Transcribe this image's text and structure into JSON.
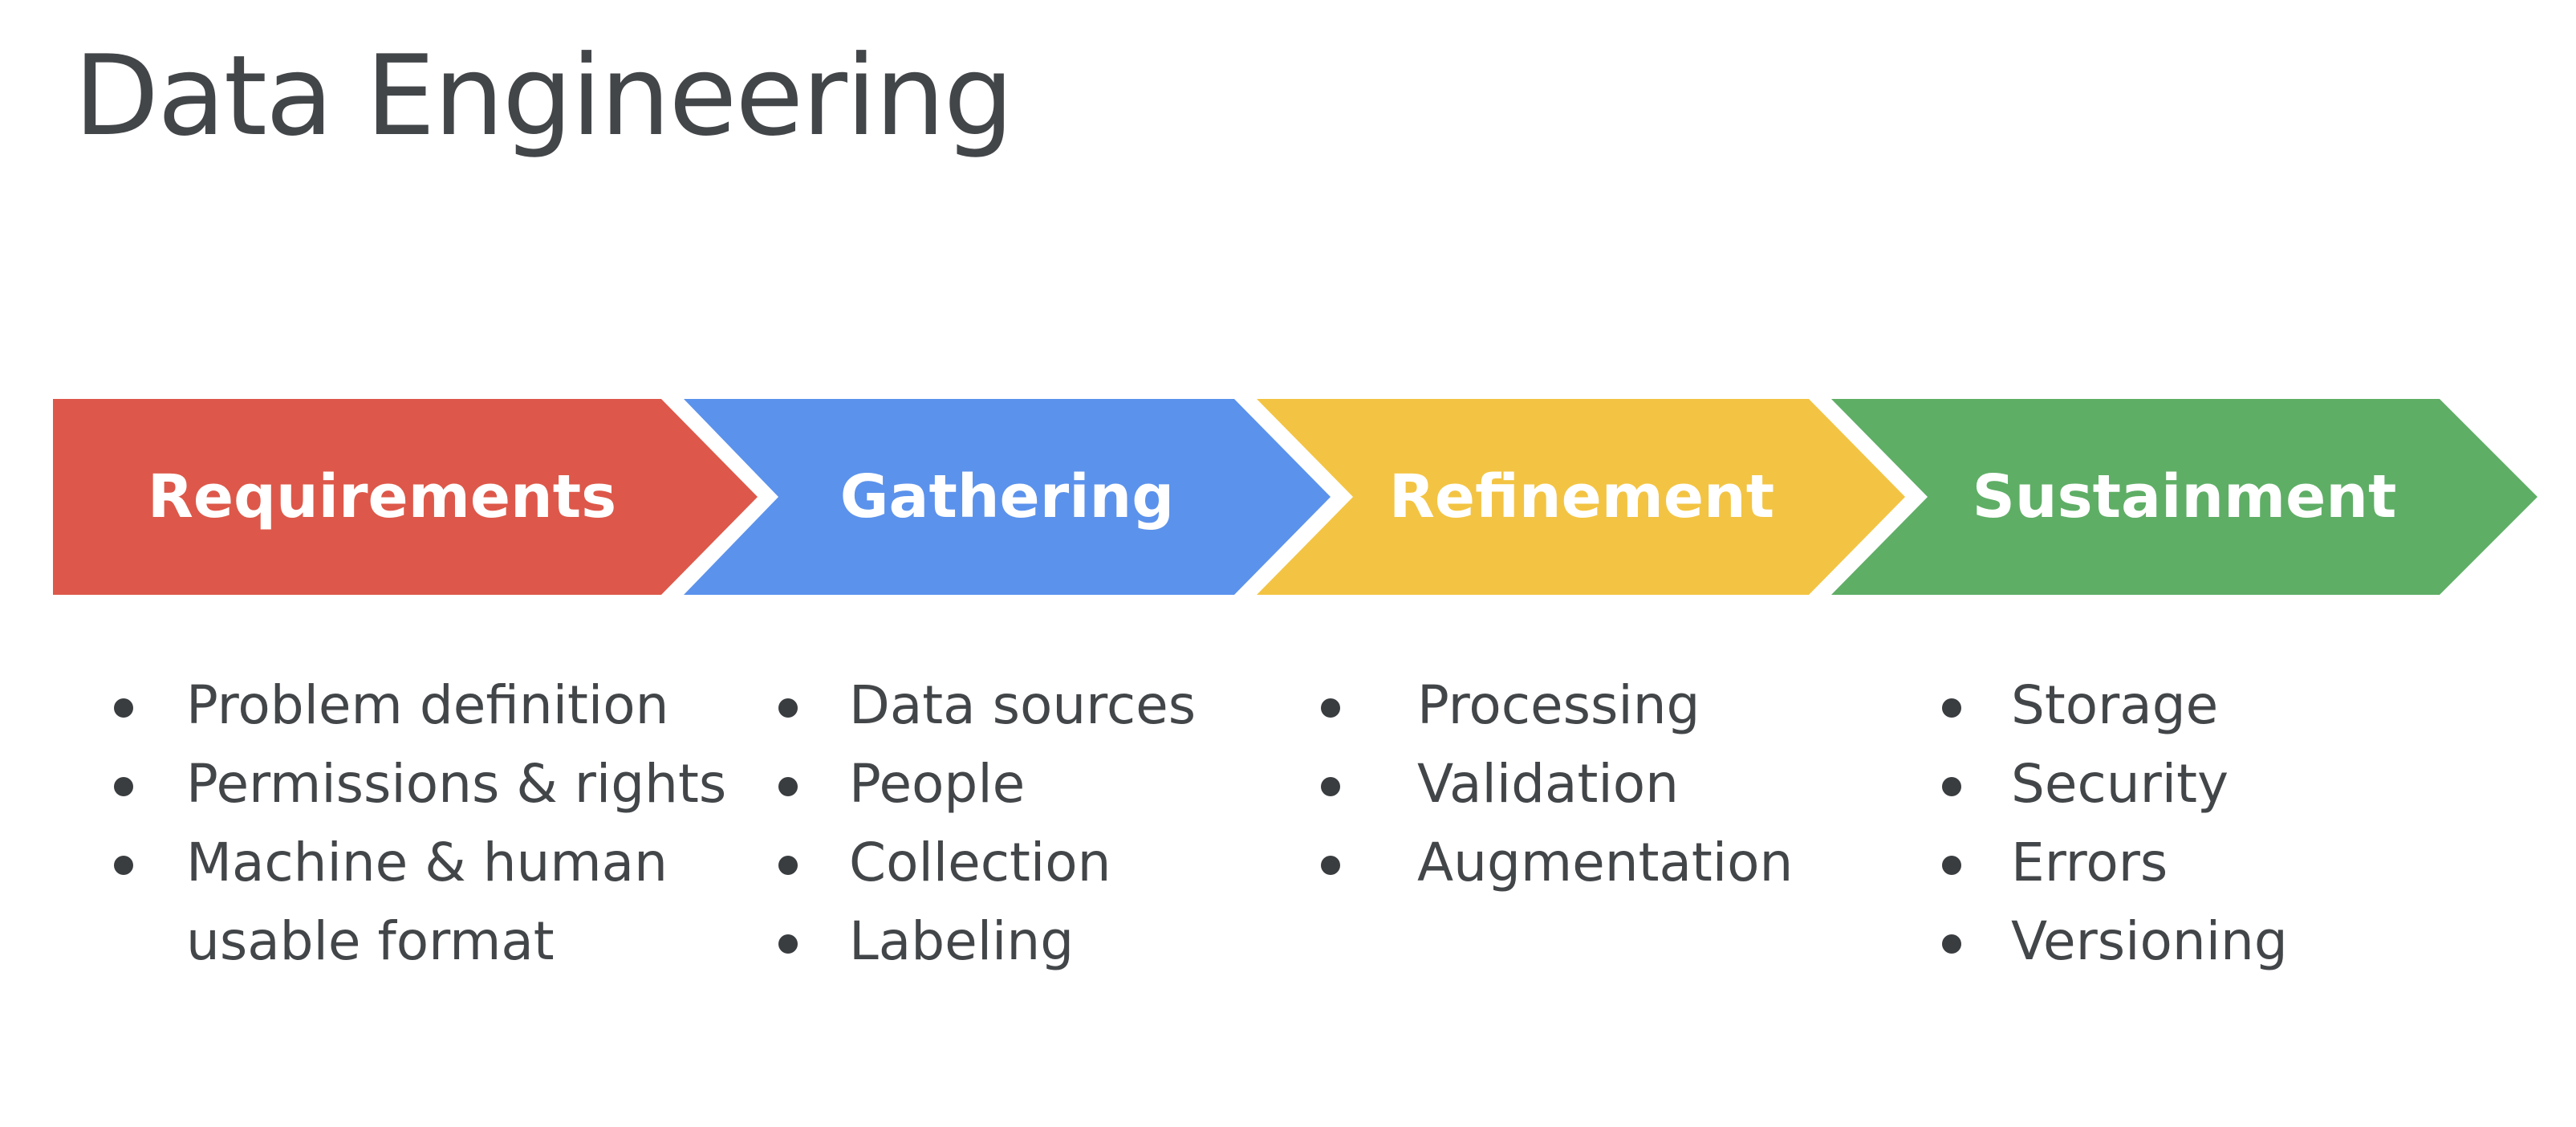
{
  "title": "Data Engineering",
  "colors": {
    "requirements": "#dd584a",
    "gathering": "#5b92ec",
    "refinement": "#f3c443",
    "sustainment": "#5fae66",
    "text": "#434649",
    "label": "#ffffff"
  },
  "stages": [
    {
      "label": "Requirements",
      "items": [
        "Problem definition",
        "Permissions & rights",
        "Machine & human",
        "usable format"
      ]
    },
    {
      "label": "Gathering",
      "items": [
        "Data sources",
        "People",
        "Collection",
        "Labeling"
      ]
    },
    {
      "label": "Refinement",
      "items": [
        "Processing",
        "Validation",
        "Augmentation"
      ]
    },
    {
      "label": "Sustainment",
      "items": [
        "Storage",
        "Security",
        "Errors",
        "Versioning"
      ]
    }
  ]
}
